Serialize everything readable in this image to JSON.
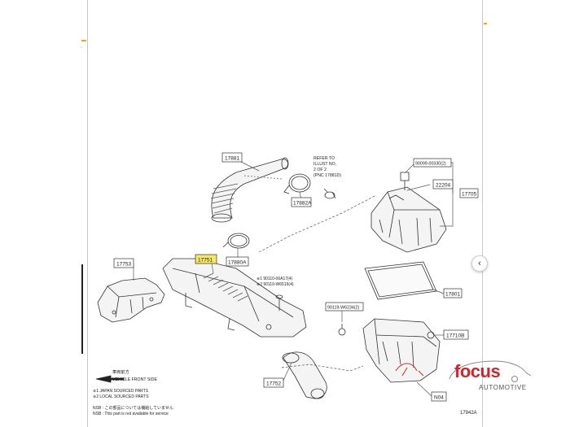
{
  "brand": {
    "name": "focus",
    "subtitle": "AUTOMOTIVE",
    "accent_color": "#d4232b"
  },
  "viewer": {
    "next_icon": "chevron-left-icon",
    "next_glyph": "‹"
  },
  "diagram": {
    "part_labels": {
      "p17881": "17881",
      "p17882a": "17882A",
      "p17880a": "17880A",
      "p17751": "17751",
      "p17753": "17753",
      "p17752": "17752",
      "p17705": "17705",
      "p22204": "22204",
      "p90099": "90099-00330(2)",
      "p17801": "17801",
      "p90119": "90119-W6234(2)",
      "p17710b": "17710B",
      "pn04": "N04",
      "p17942a": "17942A"
    },
    "refer_note": [
      "REFER TO",
      "ILLUST NO.",
      "2 OF 2",
      "(PNC 17881D)"
    ],
    "bolt_refs": [
      "※1 90110-06A17(4)",
      "※2 90119-W6516(4)"
    ],
    "direction_note": [
      "車両前方",
      "VEHICLE FRONT SIDE"
    ],
    "source_legend": [
      "※1 JAPAN SOURCED PARTS",
      "※2 LOCAL SOURCED PARTS"
    ],
    "nsb_note": [
      "NSB : この部品については補給していません",
      "NSB : This part is not available for service"
    ],
    "highlight_color": "#f5e663"
  }
}
